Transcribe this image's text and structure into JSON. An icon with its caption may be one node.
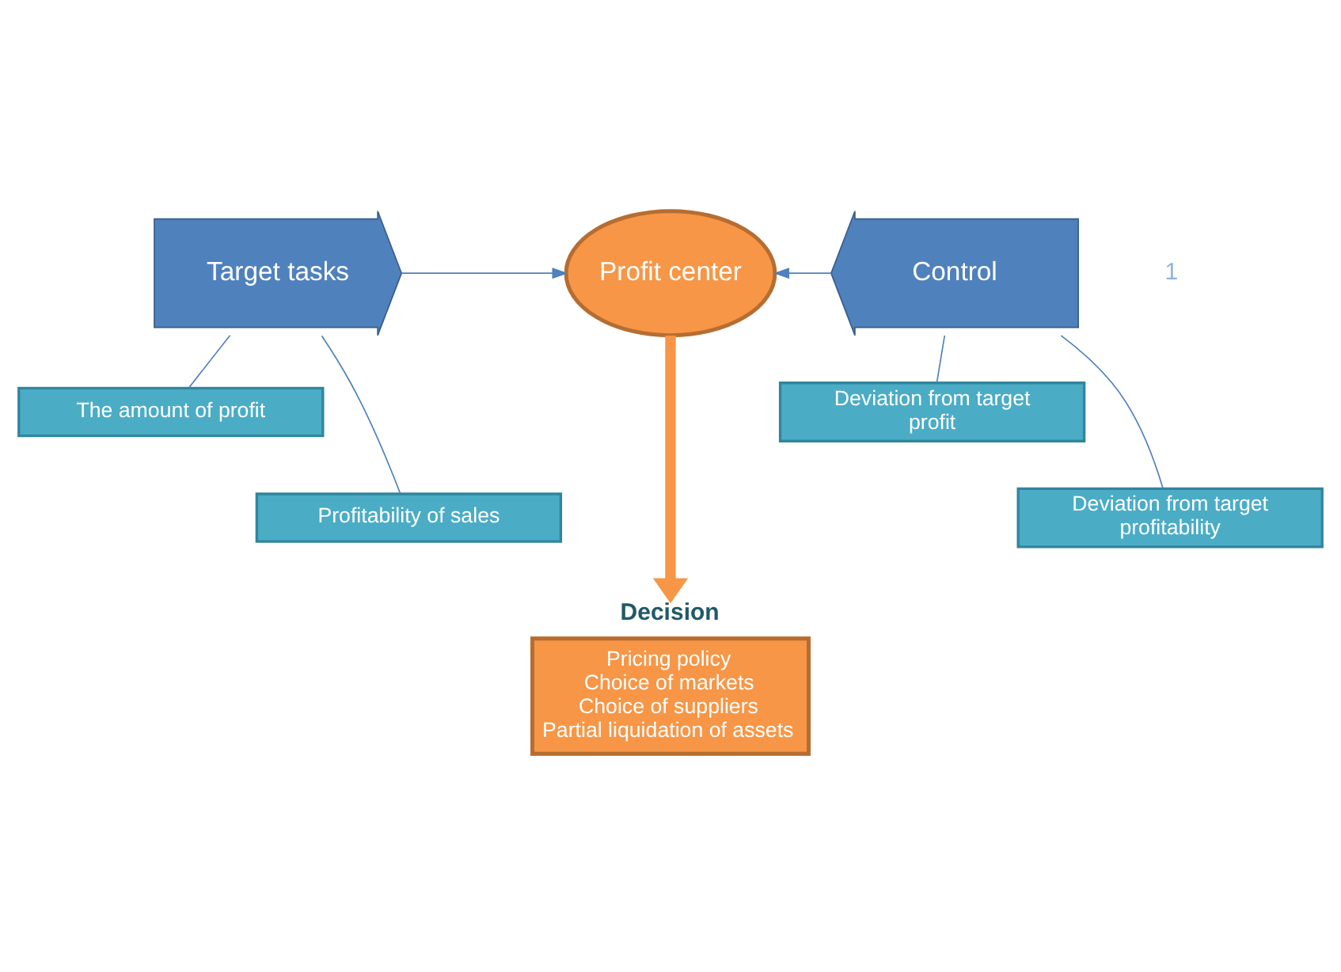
{
  "diagram": {
    "nodes": [
      {
        "text": [
          "Target tasks"
        ]
      },
      {
        "text": [
          "Profit center"
        ]
      },
      {
        "text": [
          "Control"
        ]
      },
      {
        "text": [
          "The amount of profit"
        ]
      },
      {
        "text": [
          "Profitability of sales"
        ]
      },
      {
        "text": [
          "Deviation from target profit"
        ]
      },
      {
        "text": [
          "Deviation from target profitability"
        ]
      },
      {
        "text": [
          "Decision",
          "Pricing policy",
          "Choice of markets",
          "Choice of suppliers",
          "Partial liquidation of assets"
        ]
      }
    ],
    "edges": [
      {
        "from": 0,
        "to": 1,
        "arrow": "to"
      },
      {
        "from": 2,
        "to": 1,
        "arrow": "to"
      },
      {
        "from": 0,
        "to": 3,
        "arrow": "none"
      },
      {
        "from": 0,
        "to": 4,
        "arrow": "none"
      },
      {
        "from": 2,
        "to": 5,
        "arrow": "none"
      },
      {
        "from": 2,
        "to": 6,
        "arrow": "none"
      },
      {
        "from": 1,
        "to": 7,
        "arrow": "to",
        "style": "thick",
        "color": "#f79646"
      }
    ],
    "labels": [
      "1"
    ]
  }
}
